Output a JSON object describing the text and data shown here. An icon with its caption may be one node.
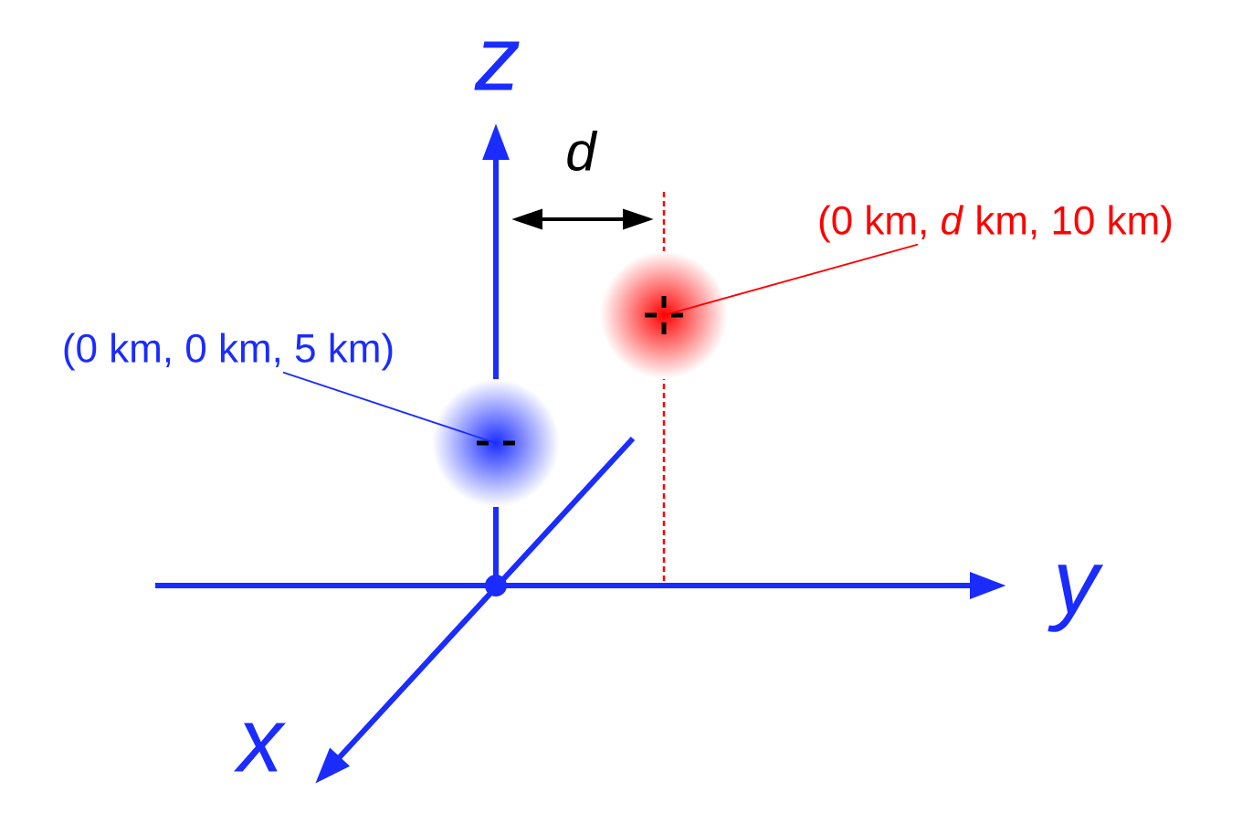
{
  "diagram": {
    "nodes": [
      {
        "text": [
          "(0 km, 0 km, 5 km)"
        ]
      },
      {
        "text": [],
        "shape": "circle"
      },
      {
        "text": [
          "(0 km, *d* km, 10 km)"
        ]
      },
      {
        "text": [],
        "shape": "circle"
      }
    ],
    "edges": [
      {
        "from": 0,
        "to": 1,
        "arrow": "none",
        "color": "#1a2cff"
      },
      {
        "from": 2,
        "to": 3,
        "arrow": "none",
        "color": "#ff0000"
      }
    ],
    "labels": [
      "z",
      "d",
      "y",
      "x"
    ]
  }
}
